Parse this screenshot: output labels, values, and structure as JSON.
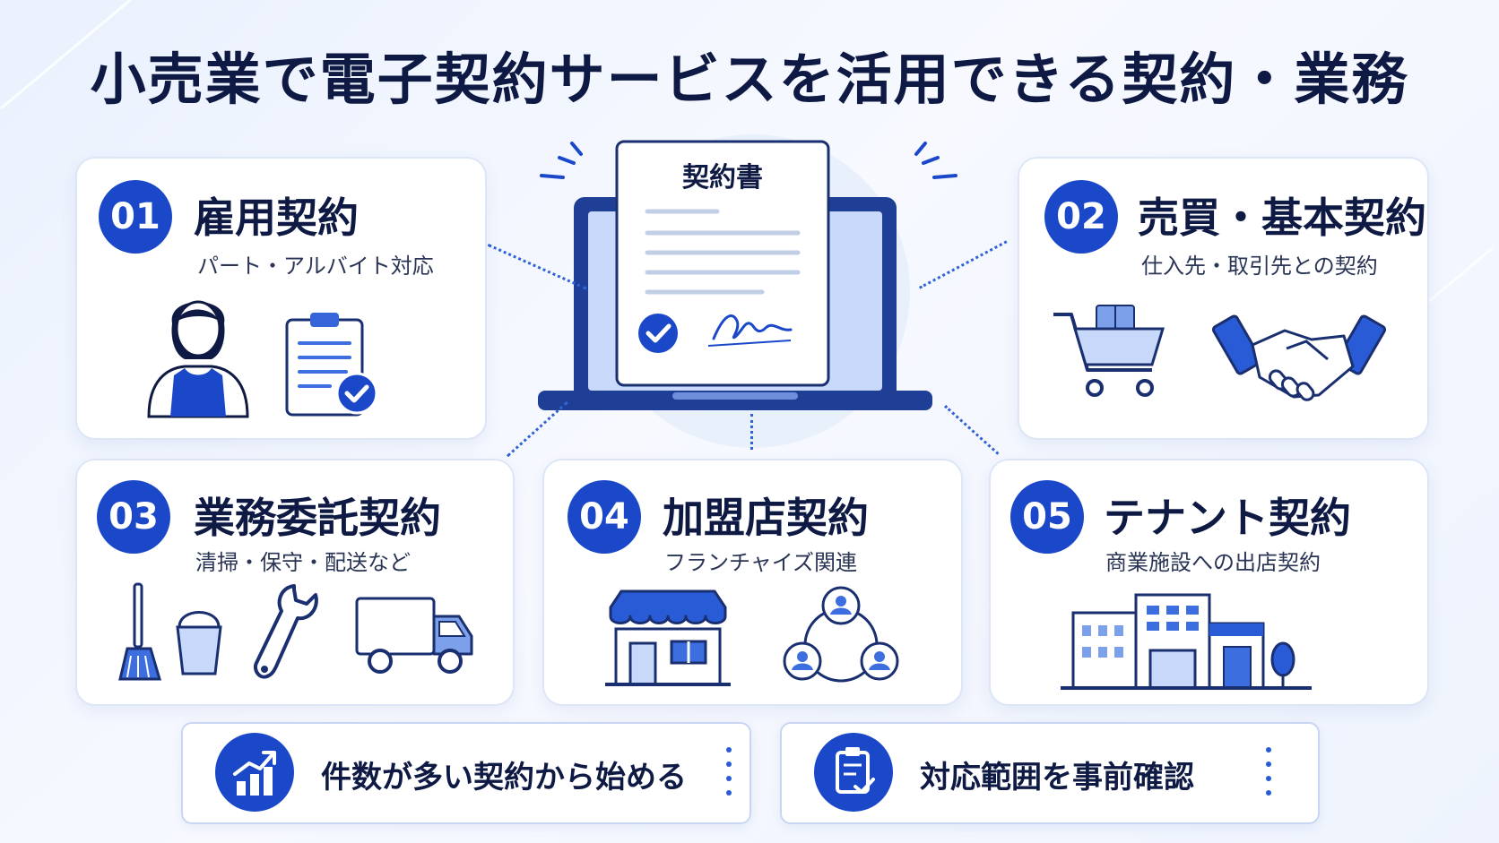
{
  "title": "小売業で電子契約サービスを活用できる契約・業務",
  "center": {
    "document_label": "契約書"
  },
  "cards": [
    {
      "number": "01",
      "title": "雇用契約",
      "subtitle": "パート・アルバイト対応"
    },
    {
      "number": "02",
      "title": "売買・基本契約",
      "subtitle": "仕入先・取引先との契約"
    },
    {
      "number": "03",
      "title": "業務委託契約",
      "subtitle": "清掃・保守・配送など"
    },
    {
      "number": "04",
      "title": "加盟店契約",
      "subtitle": "フランチャイズ関連"
    },
    {
      "number": "05",
      "title": "テナント契約",
      "subtitle": "商業施設への出店契約"
    }
  ],
  "tips": [
    {
      "label": "件数が多い契約から始める",
      "icon": "bar-chart-up-icon"
    },
    {
      "label": "対応範囲を事前確認",
      "icon": "clipboard-check-icon"
    }
  ],
  "colors": {
    "primary": "#1a48c9",
    "accent_light": "#c7d8fb",
    "text_dark": "#0e1a44"
  }
}
